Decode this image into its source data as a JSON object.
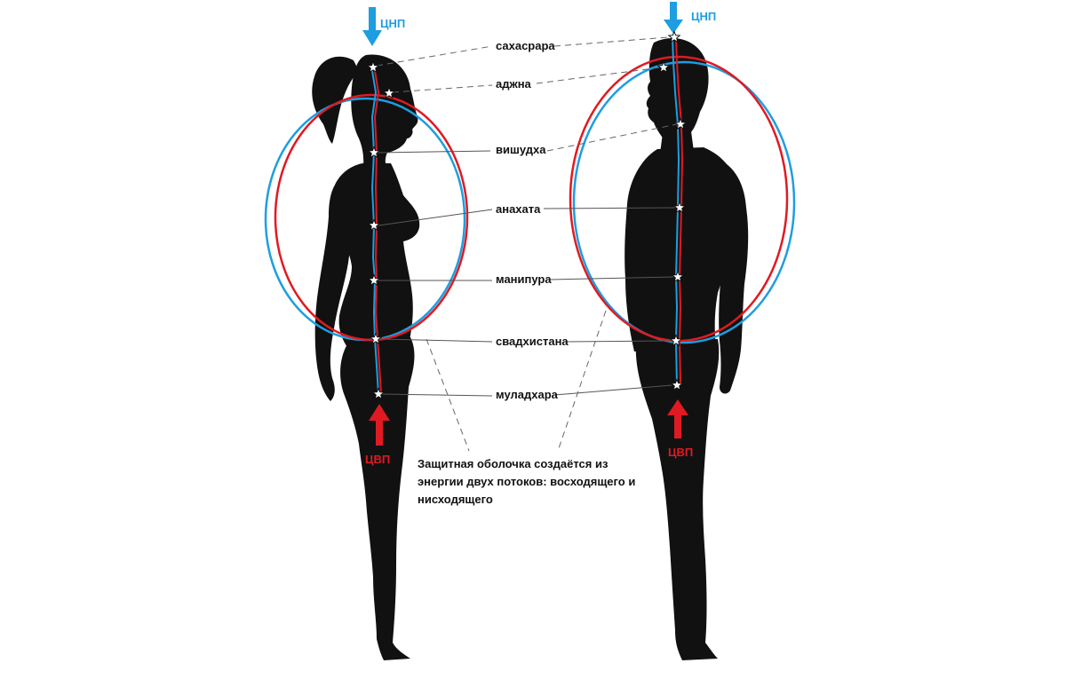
{
  "labels": {
    "descending_flow": "ЦНП",
    "ascending_flow": "ЦВП",
    "chakras": [
      "сахасрара",
      "аджна",
      "вишудха",
      "анахата",
      "манипура",
      "свадхистана",
      "муладхара"
    ]
  },
  "note": {
    "lines": [
      "Защитная оболочка создаётся из",
      "энергии двух потоков: восходящего и",
      "нисходящего"
    ]
  },
  "icons": {
    "chakra_marker": "star-icon",
    "descending_arrow": "arrow-down-icon",
    "ascending_arrow": "arrow-up-icon"
  },
  "colors": {
    "descending": "#1e9ee0",
    "ascending": "#e01a22",
    "silhouette": "#111111",
    "text": "#111111"
  }
}
